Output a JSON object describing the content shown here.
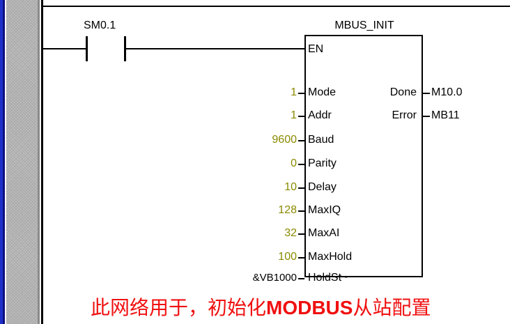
{
  "contact": {
    "label": "SM0.1"
  },
  "block": {
    "title": "MBUS_INIT",
    "en_label": "EN",
    "inputs": [
      {
        "value": "1",
        "pin": "Mode"
      },
      {
        "value": "1",
        "pin": "Addr"
      },
      {
        "value": "9600",
        "pin": "Baud"
      },
      {
        "value": "0",
        "pin": "Parity"
      },
      {
        "value": "10",
        "pin": "Delay"
      },
      {
        "value": "128",
        "pin": "MaxIQ"
      },
      {
        "value": "32",
        "pin": "MaxAI"
      },
      {
        "value": "100",
        "pin": "MaxHold"
      },
      {
        "value": "&VB1000",
        "pin": "HoldSt~"
      }
    ],
    "outputs": [
      {
        "pin": "Done",
        "value": "M10.0"
      },
      {
        "pin": "Error",
        "value": "MB11"
      }
    ]
  },
  "note": {
    "text": "此网络用于，初始化",
    "bold": "MODBUS",
    "text2": "从站配置"
  },
  "colors": {
    "value": "#8a8a00",
    "note": "#f01010",
    "rail": "#000000",
    "edge": "#1d2fc8"
  }
}
